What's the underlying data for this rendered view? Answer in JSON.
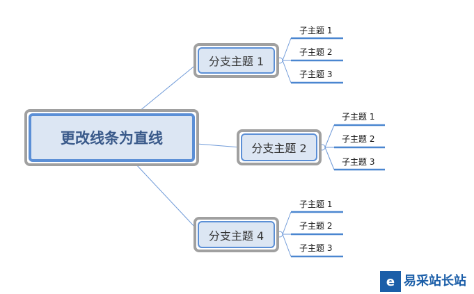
{
  "central": "更改线条为直线",
  "branches": [
    {
      "label": "分支主题 1",
      "children": [
        "子主题 1",
        "子主题 2",
        "子主题 3"
      ]
    },
    {
      "label": "分支主题 2",
      "children": [
        "子主题 1",
        "子主题 2",
        "子主题 3"
      ]
    },
    {
      "label": "分支主题 4",
      "children": [
        "子主题 1",
        "子主题 2",
        "子主题 3"
      ]
    }
  ],
  "watermark": "易采站长站",
  "colors": {
    "accent": "#5b8fd6",
    "border": "#a0a0a0",
    "fill": "#dce6f3"
  }
}
